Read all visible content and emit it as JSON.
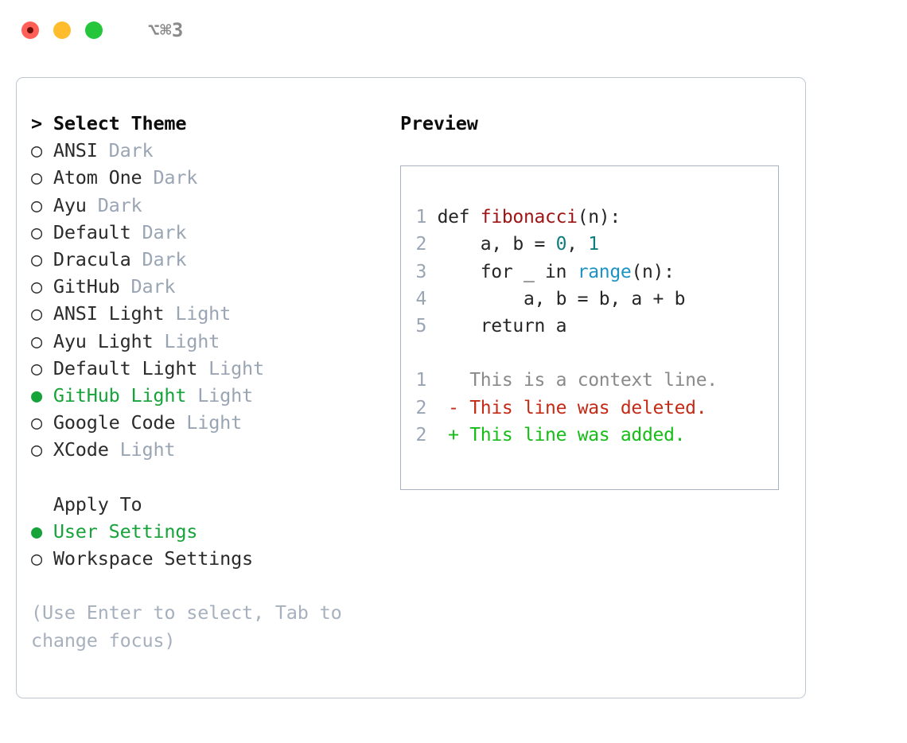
{
  "titlebar": {
    "shortcut": "⌥⌘3",
    "lights": [
      {
        "name": "close-button",
        "color": "#ff5f57"
      },
      {
        "name": "minimize-button",
        "color": "#ffbd2e"
      },
      {
        "name": "maximize-button",
        "color": "#25c63c"
      }
    ]
  },
  "theme_picker": {
    "heading_marker": "> ",
    "heading": "Select Theme",
    "selected_theme": "GitHub Light",
    "accent_color": "#16a33a",
    "tag_color": "#9aa5b4",
    "markers": {
      "selected": "●",
      "unselected": "○"
    },
    "items": [
      {
        "marker": "○",
        "label": "ANSI",
        "tag": "Dark",
        "selected": false
      },
      {
        "marker": "○",
        "label": "Atom One",
        "tag": "Dark",
        "selected": false
      },
      {
        "marker": "○",
        "label": "Ayu",
        "tag": "Dark",
        "selected": false
      },
      {
        "marker": "○",
        "label": "Default",
        "tag": "Dark",
        "selected": false
      },
      {
        "marker": "○",
        "label": "Dracula",
        "tag": "Dark",
        "selected": false
      },
      {
        "marker": "○",
        "label": "GitHub",
        "tag": "Dark",
        "selected": false
      },
      {
        "marker": "○",
        "label": "ANSI Light",
        "tag": "Light",
        "selected": false
      },
      {
        "marker": "○",
        "label": "Ayu Light",
        "tag": "Light",
        "selected": false
      },
      {
        "marker": "○",
        "label": "Default Light",
        "tag": "Light",
        "selected": false
      },
      {
        "marker": "●",
        "label": "GitHub Light",
        "tag": "Light",
        "selected": true
      },
      {
        "marker": "○",
        "label": "Google Code",
        "tag": "Light",
        "selected": false
      },
      {
        "marker": "○",
        "label": "XCode",
        "tag": "Light",
        "selected": false
      }
    ]
  },
  "apply_to": {
    "heading": "  Apply To",
    "selected": "User Settings",
    "items": [
      {
        "marker": "●",
        "label": "User Settings",
        "selected": true
      },
      {
        "marker": "○",
        "label": "Workspace Settings",
        "selected": false
      }
    ]
  },
  "hint": "(Use Enter to select, Tab to change focus)",
  "preview": {
    "heading": "Preview",
    "code": [
      {
        "ln": "1",
        "segments": [
          {
            "text": "def ",
            "style": "k-def"
          },
          {
            "text": "fibonacci",
            "style": "k-fn"
          },
          {
            "text": "(n):",
            "style": "k-def"
          }
        ]
      },
      {
        "ln": "2",
        "segments": [
          {
            "text": "    a, b = ",
            "style": "k-def"
          },
          {
            "text": "0",
            "style": "k-num"
          },
          {
            "text": ", ",
            "style": "k-def"
          },
          {
            "text": "1",
            "style": "k-num"
          }
        ]
      },
      {
        "ln": "3",
        "segments": [
          {
            "text": "    for _ in ",
            "style": "k-def"
          },
          {
            "text": "range",
            "style": "k-builtin"
          },
          {
            "text": "(n):",
            "style": "k-def"
          }
        ]
      },
      {
        "ln": "4",
        "segments": [
          {
            "text": "        a, b = b, a + b",
            "style": "k-def"
          }
        ]
      },
      {
        "ln": "5",
        "segments": [
          {
            "text": "    return a",
            "style": "k-def"
          }
        ]
      }
    ],
    "diff": [
      {
        "ln": "1",
        "sign": "  ",
        "text": "This is a context line.",
        "style": "d-ctx",
        "kind": "context"
      },
      {
        "ln": "2",
        "sign": "- ",
        "text": "This line was deleted.",
        "style": "d-del",
        "kind": "deleted"
      },
      {
        "ln": "2",
        "sign": "+ ",
        "text": "This line was added.",
        "style": "d-add",
        "kind": "added"
      }
    ]
  }
}
